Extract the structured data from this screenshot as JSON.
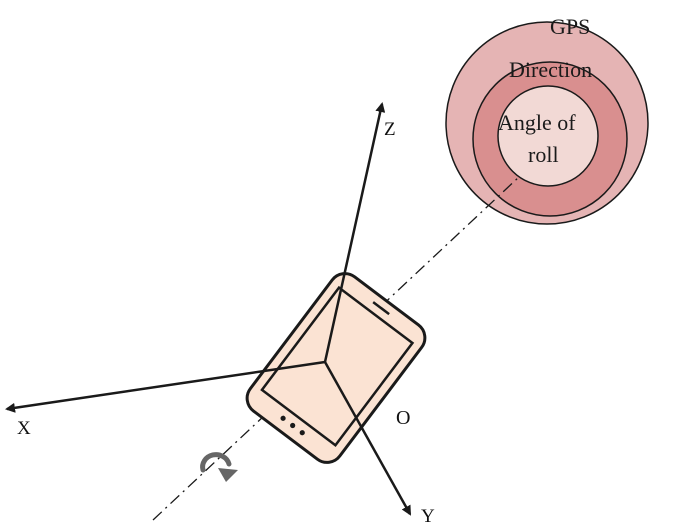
{
  "axes": {
    "x_label": "X",
    "y_label": "Y",
    "z_label": "Z",
    "origin_label": "O"
  },
  "rings": {
    "outer_label": "GPS",
    "middle_label": "Direction",
    "inner_label_line1": "Angle of",
    "inner_label_line2": "roll"
  },
  "colors": {
    "outer_ring": "#e5b4b4",
    "middle_ring": "#d98f8f",
    "inner_ring": "#f2d9d5",
    "phone_body": "#fbe3d3",
    "rotation_arrow": "#666666",
    "stroke": "#1a1a1a"
  },
  "icons": {
    "device": "smartphone-icon",
    "rotation": "rotation-arrow-icon"
  }
}
